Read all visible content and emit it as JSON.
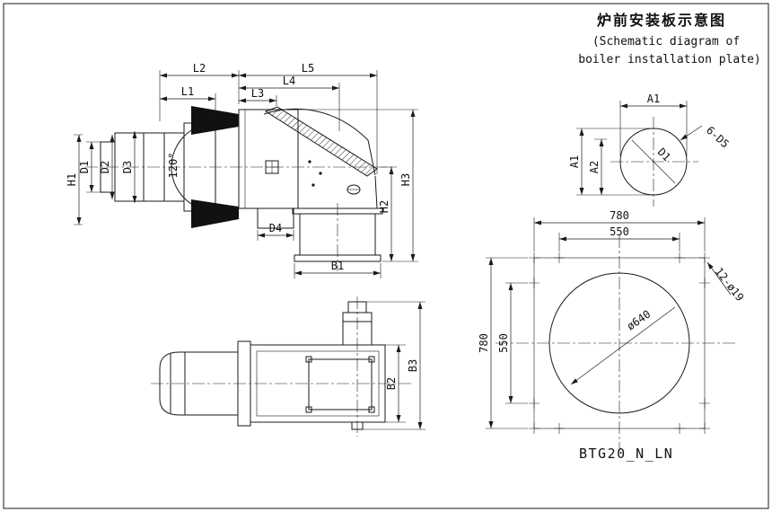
{
  "title": {
    "zh": "炉前安装板示意图",
    "en_line1": "(Schematic diagram of",
    "en_line2": "boiler installation plate)"
  },
  "model_label": "BTG20_N_LN",
  "side_view": {
    "dims": {
      "l1": "L1",
      "l2": "L2",
      "l3": "L3",
      "l4": "L4",
      "l5": "L5",
      "h1": "H1",
      "h2": "H2",
      "h3": "H3",
      "d1": "D1",
      "d2": "D2",
      "d3": "D3",
      "d4": "D4",
      "b1": "B1",
      "cone_angle": "120°"
    }
  },
  "top_view": {
    "dims": {
      "b2": "B2",
      "b3": "B3"
    }
  },
  "flange_detail": {
    "dims": {
      "a1_top": "A1",
      "a1_side": "A1",
      "a2": "A2",
      "d1": "D1",
      "holes": "6-D5"
    }
  },
  "plate_detail": {
    "dims": {
      "width_outer": "780",
      "width_inner": "550",
      "height_outer": "780",
      "height_inner": "550",
      "bore": "ø640",
      "holes": "12-ø19"
    }
  }
}
